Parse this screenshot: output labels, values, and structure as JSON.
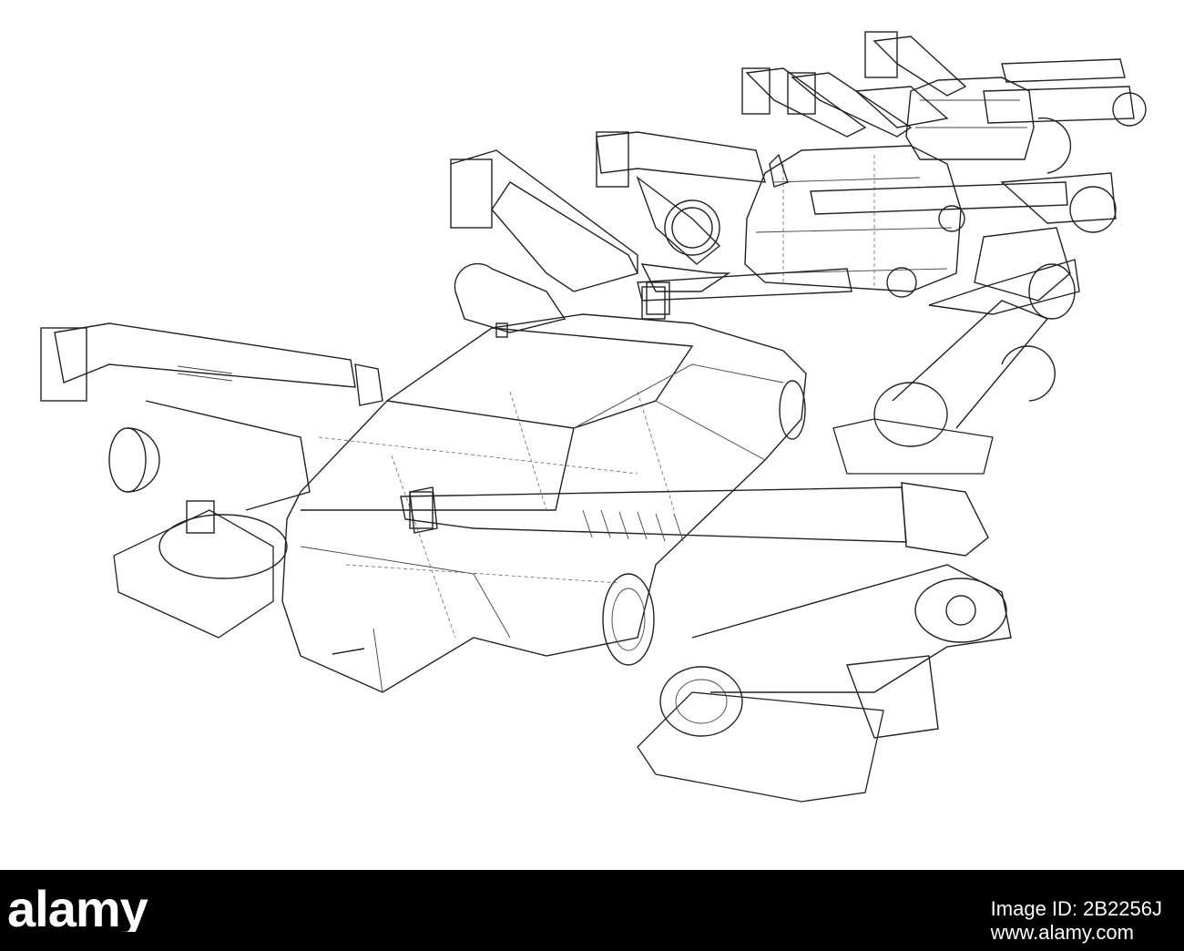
{
  "footer": {
    "brand": "alamy",
    "image_id_label": "Image ID: 2B2256J",
    "site": "www.alamy.com"
  },
  "colors": {
    "background": "#ffffff",
    "footer": "#000000",
    "line": "#222222"
  }
}
